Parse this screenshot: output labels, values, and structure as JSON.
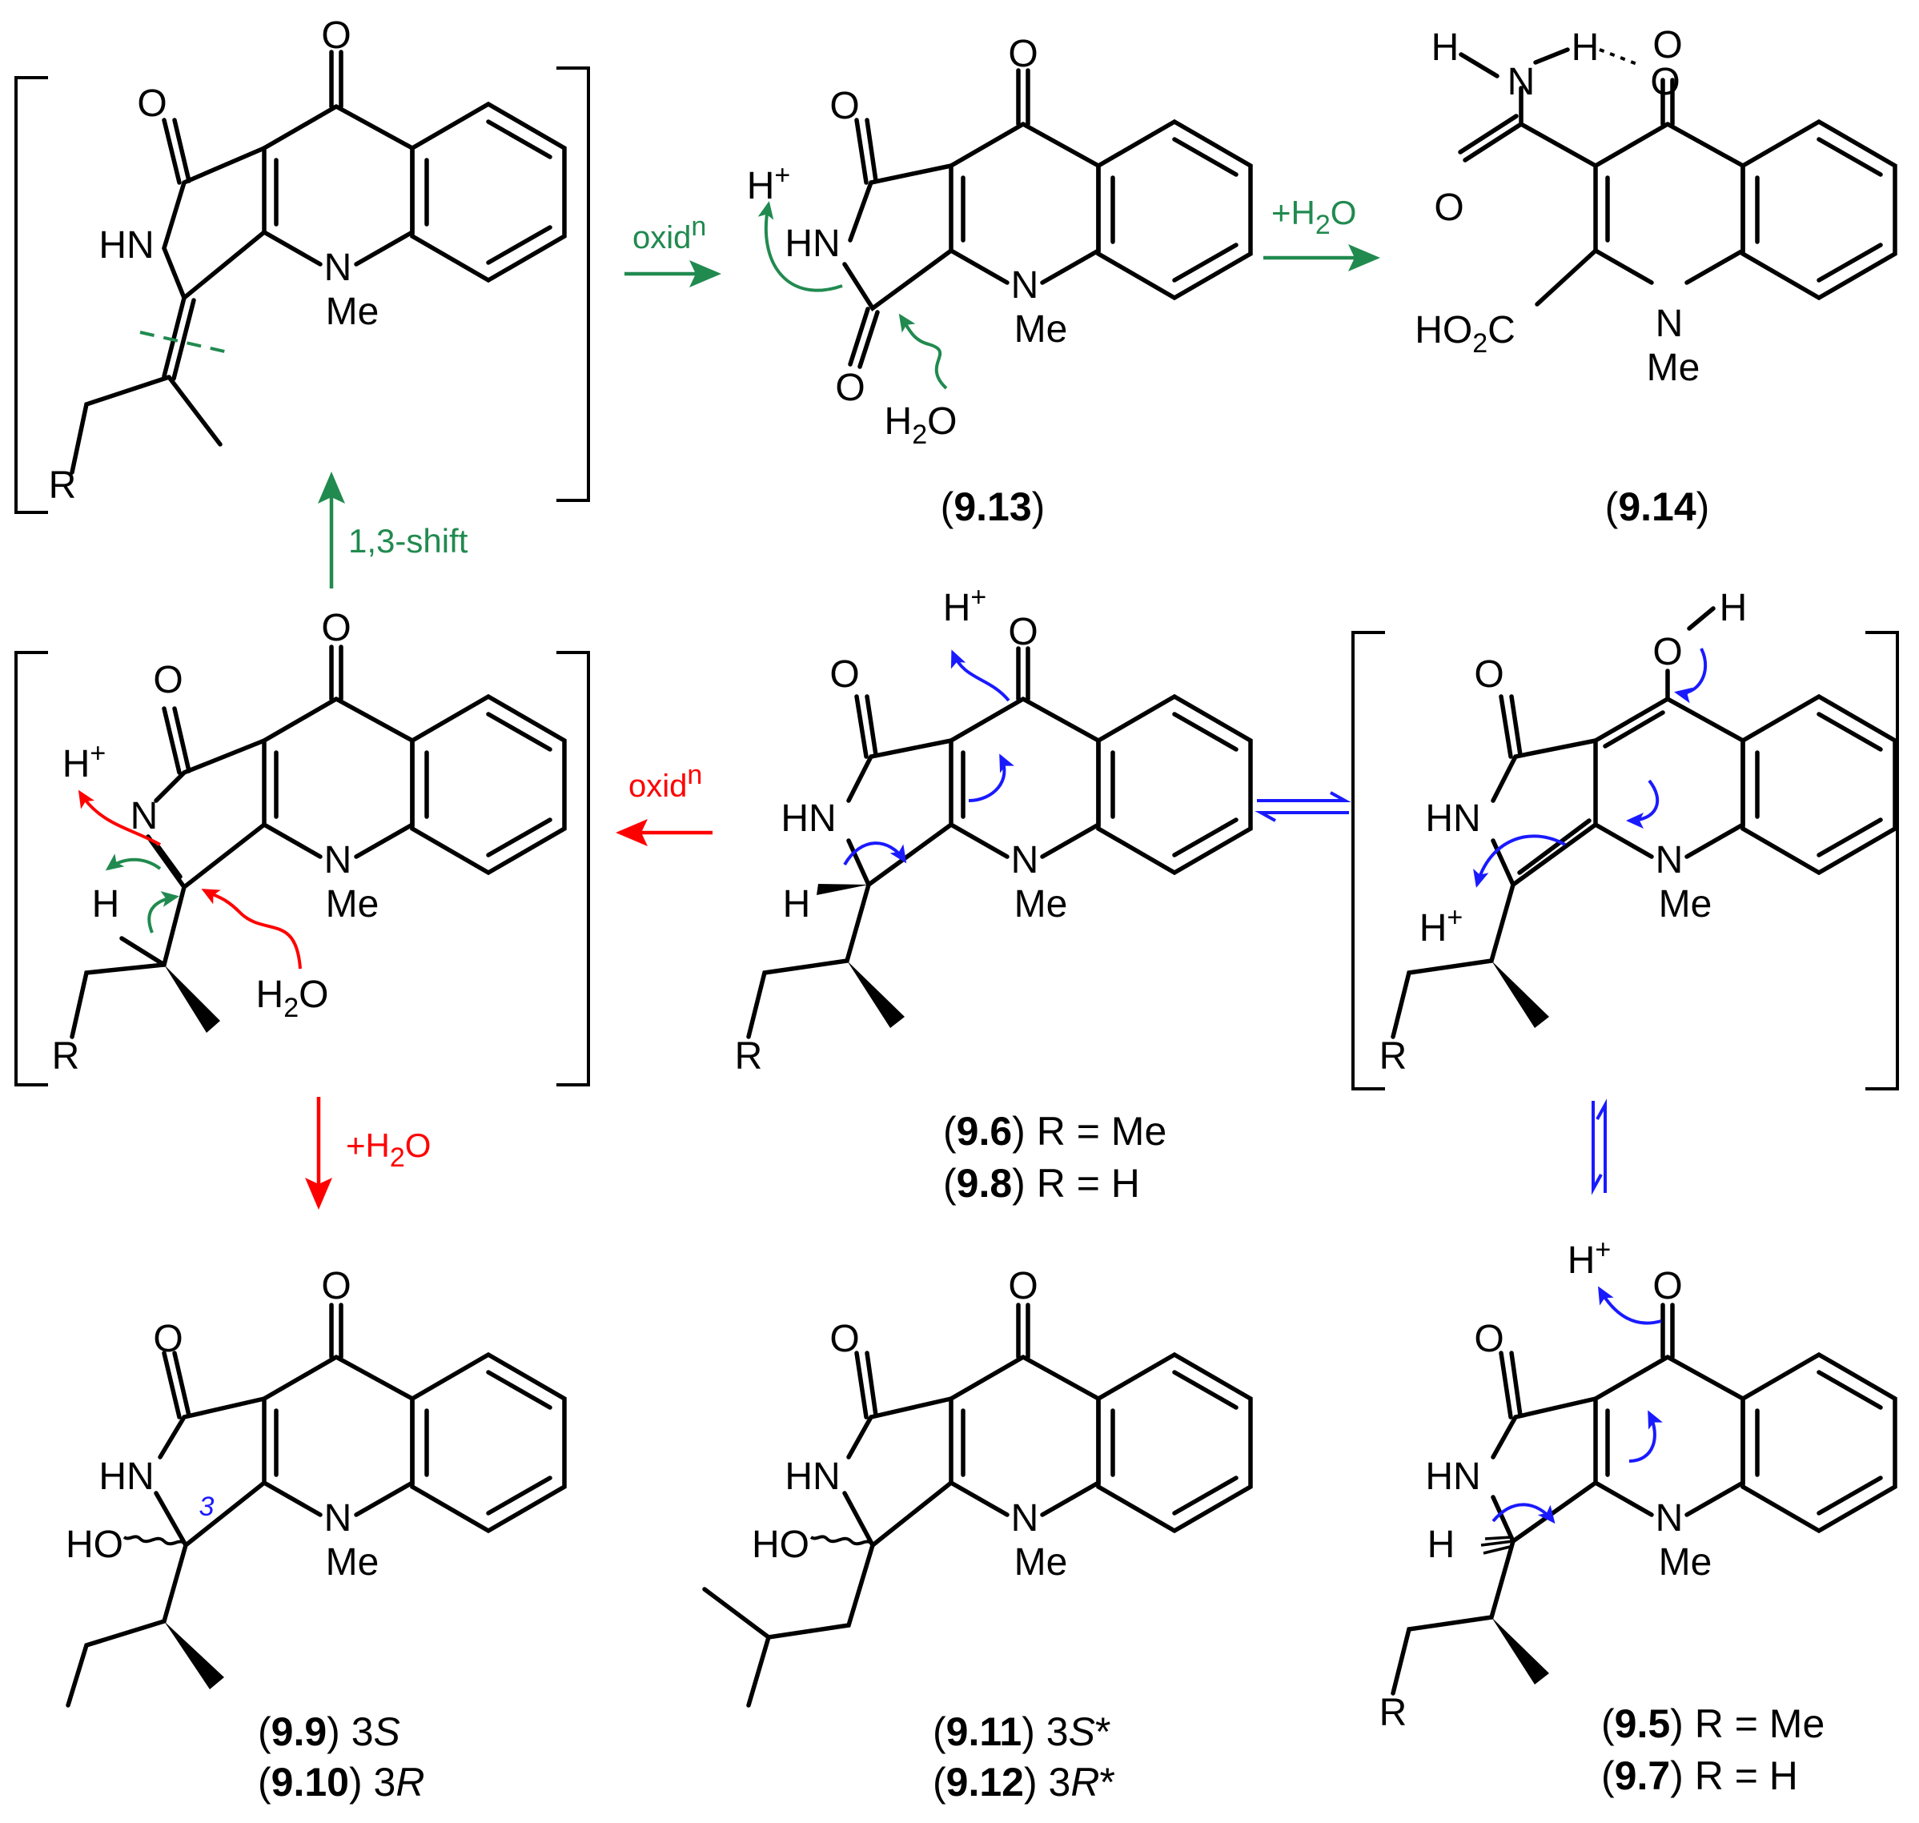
{
  "colors": {
    "ink": "#000000",
    "green": "#218a4f",
    "red": "#ff0000",
    "blue": "#1a1aff"
  },
  "reagents": {
    "oxid_green": "oxid",
    "oxid_green_sup": "n",
    "hydration_top": "+H",
    "hydration_top_sub": "2",
    "hydration_top_tail": "O",
    "shift": "1,3-shift",
    "oxid_red": "oxid",
    "oxid_red_sup": "n",
    "hydration_red": "+H",
    "hydration_red_sub": "2",
    "hydration_red_tail": "O"
  },
  "atoms": {
    "O": "O",
    "N": "N",
    "HN": "HN",
    "Me": "Me",
    "R": "R",
    "H": "H",
    "plus": "+",
    "HO": "HO",
    "H2O_a": "H",
    "H2O_b": "2",
    "H2O_c": "O",
    "HO2C_a": "HO",
    "HO2C_b": "2",
    "HO2C_c": "C",
    "locant3": "3"
  },
  "labels": {
    "c913": {
      "open": "(",
      "num": "9.13",
      "close": ")"
    },
    "c914": {
      "open": "(",
      "num": "9.14",
      "close": ")"
    },
    "c96": {
      "open": "(",
      "num": "9.6",
      "rest": ") R = Me"
    },
    "c98": {
      "open": "(",
      "num": "9.8",
      "rest": ") R = H"
    },
    "c99": {
      "open": "(",
      "num": "9.9",
      "rest": ") 3",
      "ital": "S"
    },
    "c910": {
      "open": "(",
      "num": "9.10",
      "rest": ") 3",
      "ital": "R"
    },
    "c911": {
      "open": "(",
      "num": "9.11",
      "rest": ") 3",
      "ital": "S",
      "star": "*"
    },
    "c912": {
      "open": "(",
      "num": "9.12",
      "rest": ") 3",
      "ital": "R",
      "star": "*"
    },
    "c95": {
      "open": "(",
      "num": "9.5",
      "rest": ") R = Me"
    },
    "c97": {
      "open": "(",
      "num": "9.7",
      "rest": ") R = H"
    }
  }
}
